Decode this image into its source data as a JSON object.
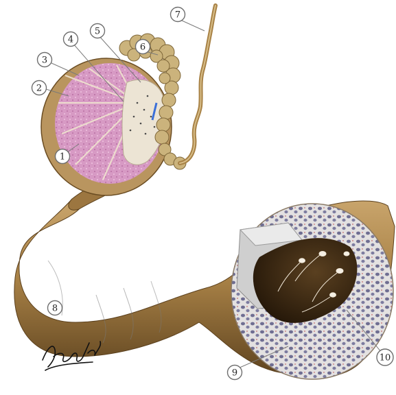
{
  "callouts": [
    {
      "id": "c1",
      "label": "1"
    },
    {
      "id": "c2",
      "label": "2"
    },
    {
      "id": "c3",
      "label": "3"
    },
    {
      "id": "c4",
      "label": "4"
    },
    {
      "id": "c5",
      "label": "5"
    },
    {
      "id": "c6",
      "label": "6"
    },
    {
      "id": "c7",
      "label": "7"
    },
    {
      "id": "c8",
      "label": "8"
    },
    {
      "id": "c9",
      "label": "9"
    },
    {
      "id": "c10",
      "label": "10"
    }
  ],
  "colors": {
    "skin": "#b08a52",
    "skin_dark": "#6e5128",
    "lobule_pink": "#d79ac4",
    "septa": "#e8dcc8",
    "lumen_dark": "#3c2a14",
    "cell_fill": "#d8d6d6",
    "nucleus": "#6b6a8a"
  }
}
